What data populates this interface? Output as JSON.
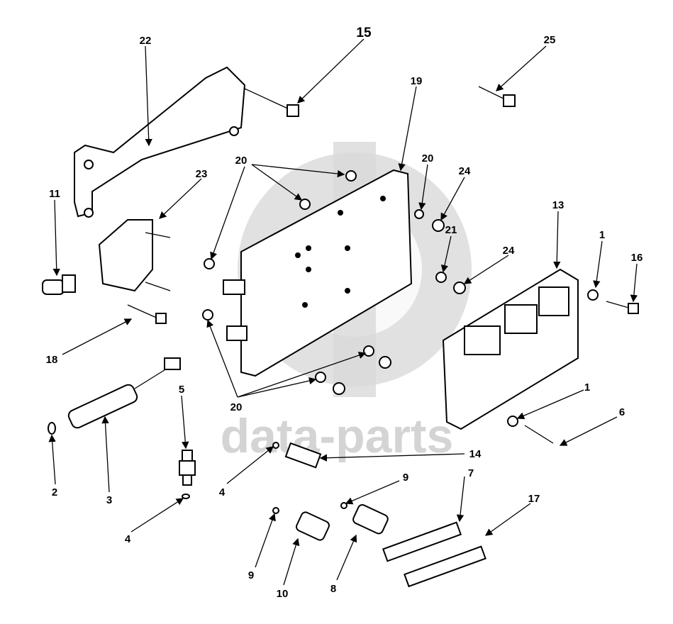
{
  "watermark": {
    "text": "data-parts",
    "color": "#d9d9d9"
  },
  "callouts": [
    "22",
    "15",
    "25",
    "19",
    "20",
    "20",
    "24",
    "23",
    "11",
    "13",
    "1",
    "21",
    "24",
    "16",
    "18",
    "5",
    "20",
    "1",
    "6",
    "14",
    "2",
    "3",
    "4",
    "9",
    "7",
    "17",
    "4",
    "9",
    "10",
    "8"
  ]
}
